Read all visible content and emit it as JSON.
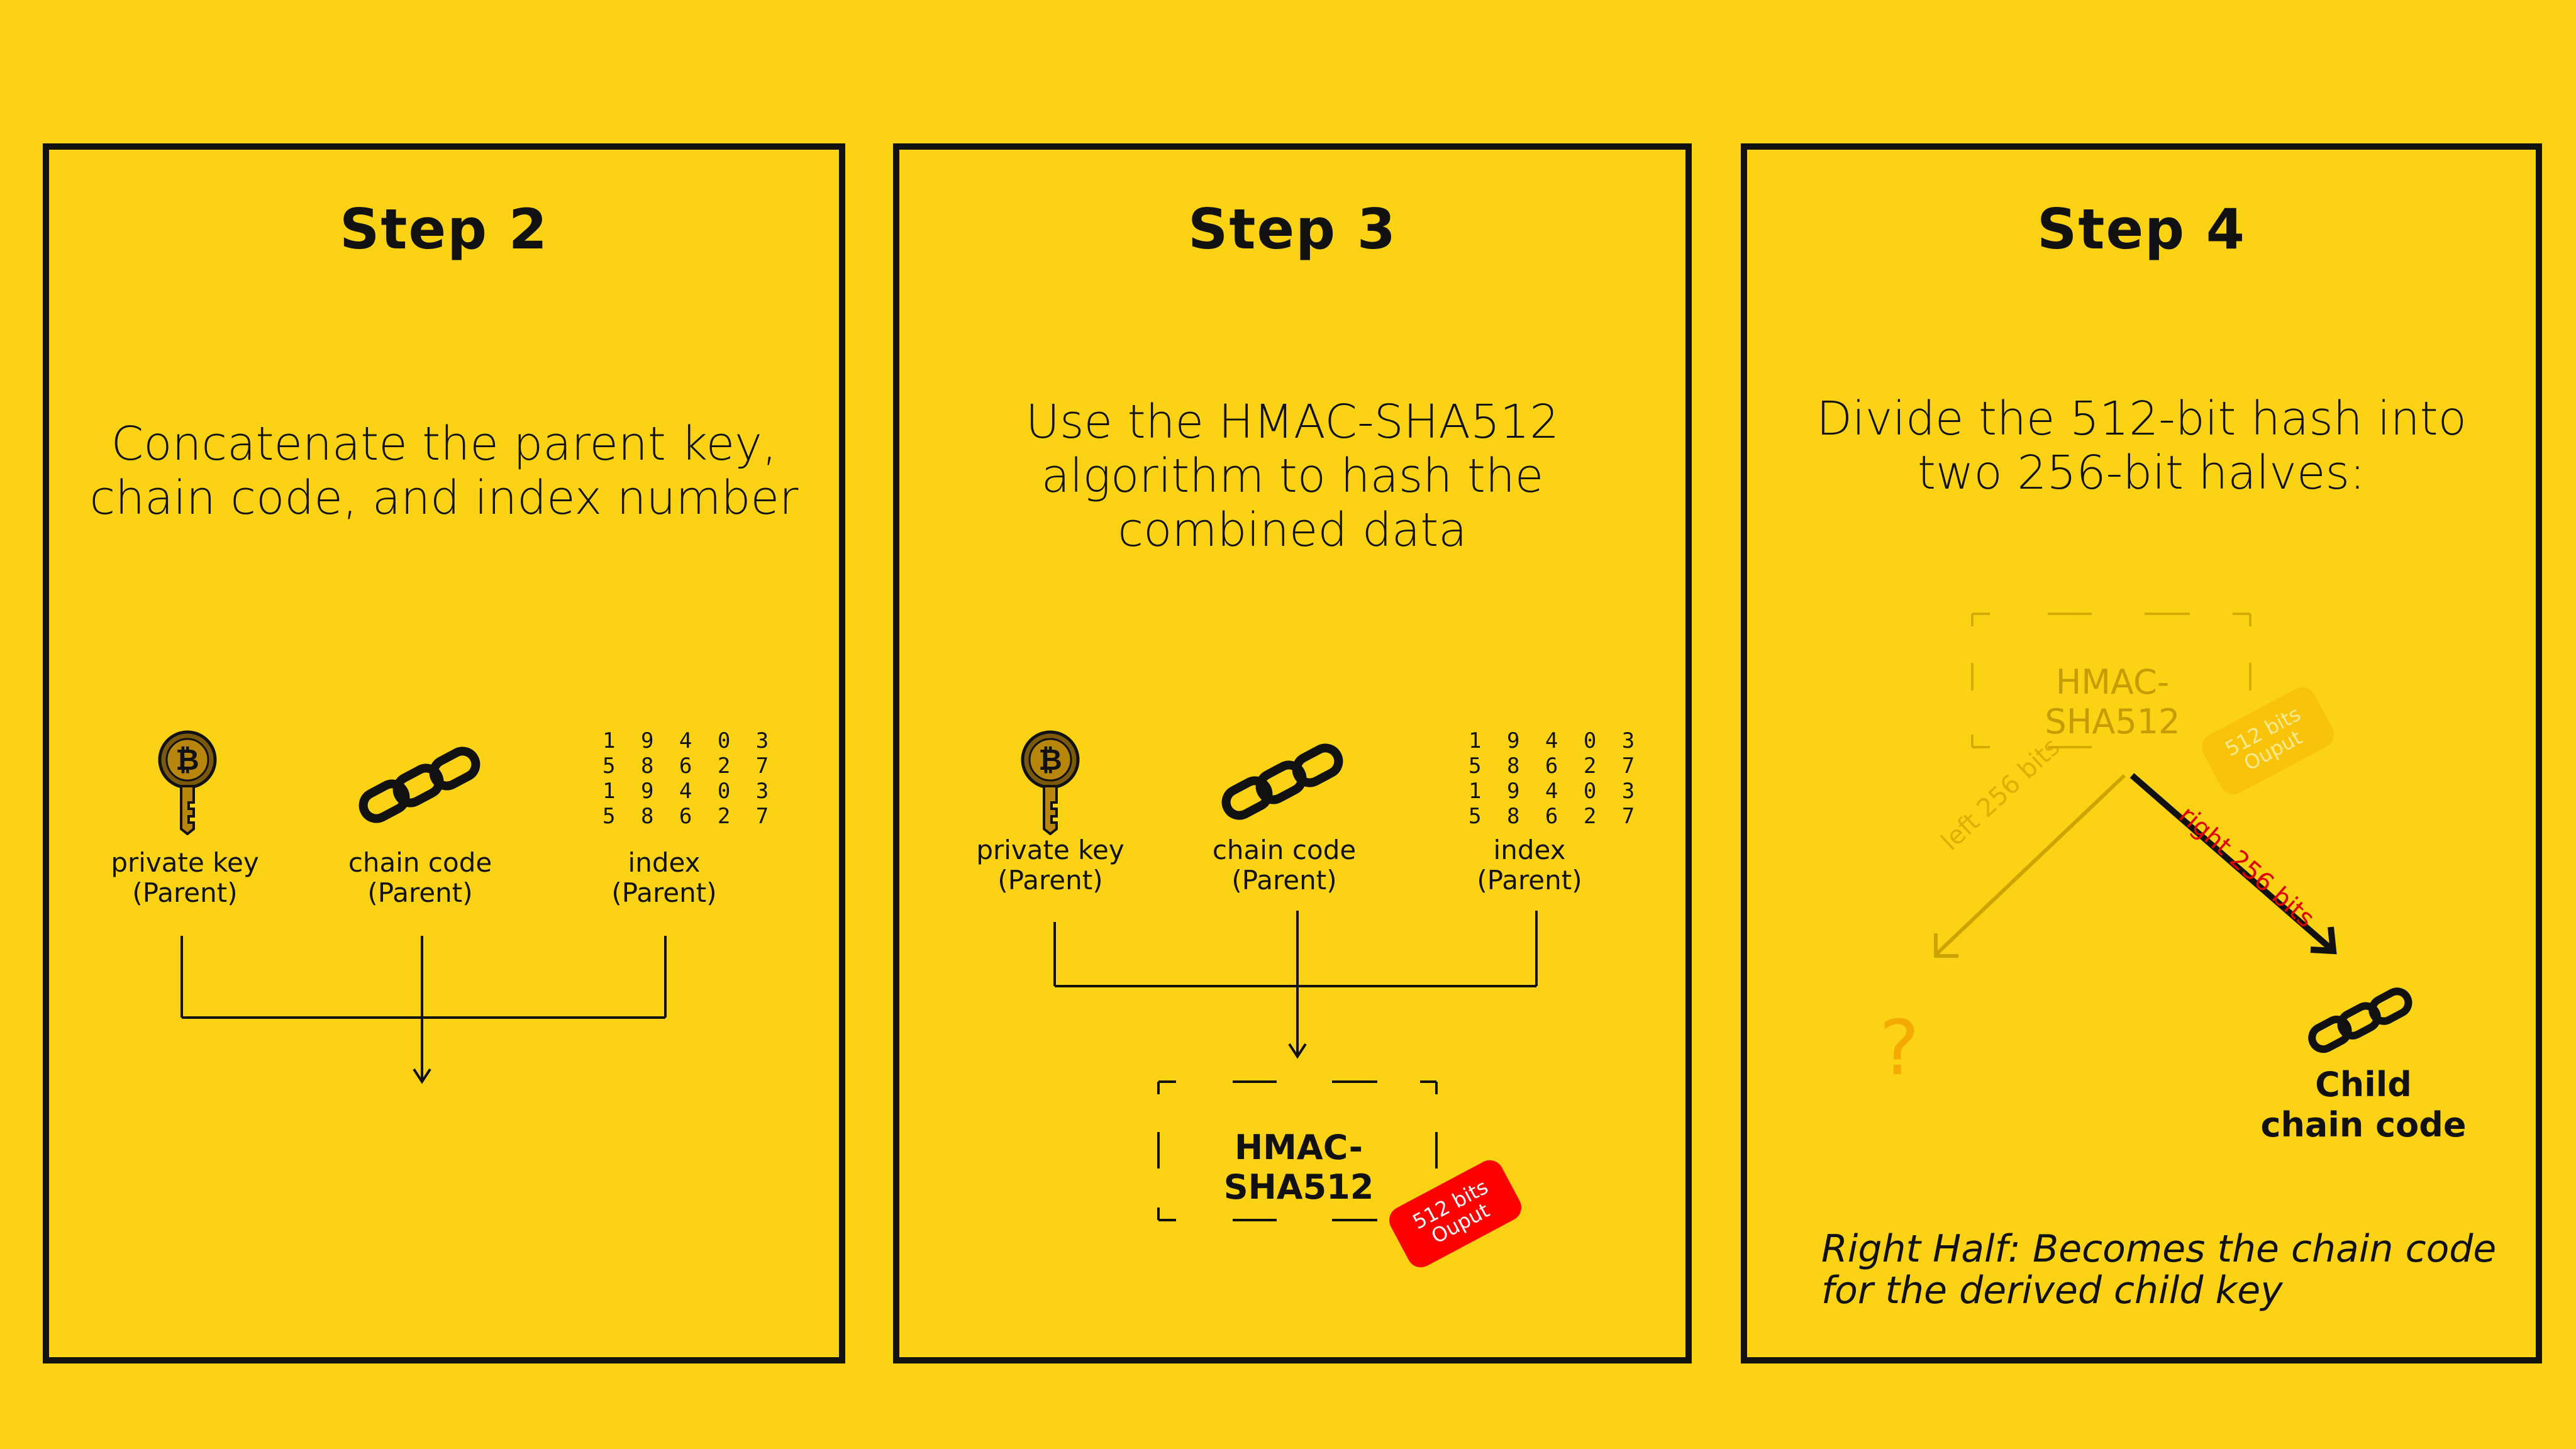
{
  "panels": [
    {
      "title": "Step 2",
      "description": "Concatenate the parent key,\nchain code, and index number",
      "items": [
        {
          "label": "private key\n(Parent)",
          "icon": "bitcoin-key-icon"
        },
        {
          "label": "chain code\n(Parent)",
          "icon": "chain-link-icon"
        },
        {
          "label": "index\n(Parent)",
          "icon": "number-grid-icon"
        }
      ],
      "digits": "1 9 4 0 3\n5 8 6 2 7\n1 9 4 0 3\n5 8 6 2 7"
    },
    {
      "title": "Step 3",
      "description": "Use the HMAC-SHA512\nalgorithm to hash the\ncombined data",
      "items": [
        {
          "label": "private key\n(Parent)",
          "icon": "bitcoin-key-icon"
        },
        {
          "label": "chain code\n(Parent)",
          "icon": "chain-link-icon"
        },
        {
          "label": "index\n(Parent)",
          "icon": "number-grid-icon"
        }
      ],
      "digits": "1 9 4 0 3\n5 8 6 2 7\n1 9 4 0 3\n5 8 6 2 7",
      "hmac_label": "HMAC-SHA512",
      "badge_line1": "512 bits",
      "badge_line2": "Ouput"
    },
    {
      "title": "Step 4",
      "description": "Divide the 512-bit hash into\ntwo 256-bit halves:",
      "hmac_label": "HMAC-SHA512",
      "badge_line1": "512 bits",
      "badge_line2": "Ouput",
      "left_arrow_label": "left 256 bits",
      "right_arrow_label": "right 256 bits",
      "question_mark": "?",
      "child_label": "Child\nchain code",
      "note": "Right Half: Becomes the chain code\nfor the derived child key"
    }
  ],
  "colors": {
    "background": "#FBD214",
    "ink": "#111111",
    "badge": "#FF0000",
    "right_arrow_label": "#E00000",
    "faded": "#D9A400",
    "left_arrow": "#C8A000",
    "question": "#F4A000"
  }
}
